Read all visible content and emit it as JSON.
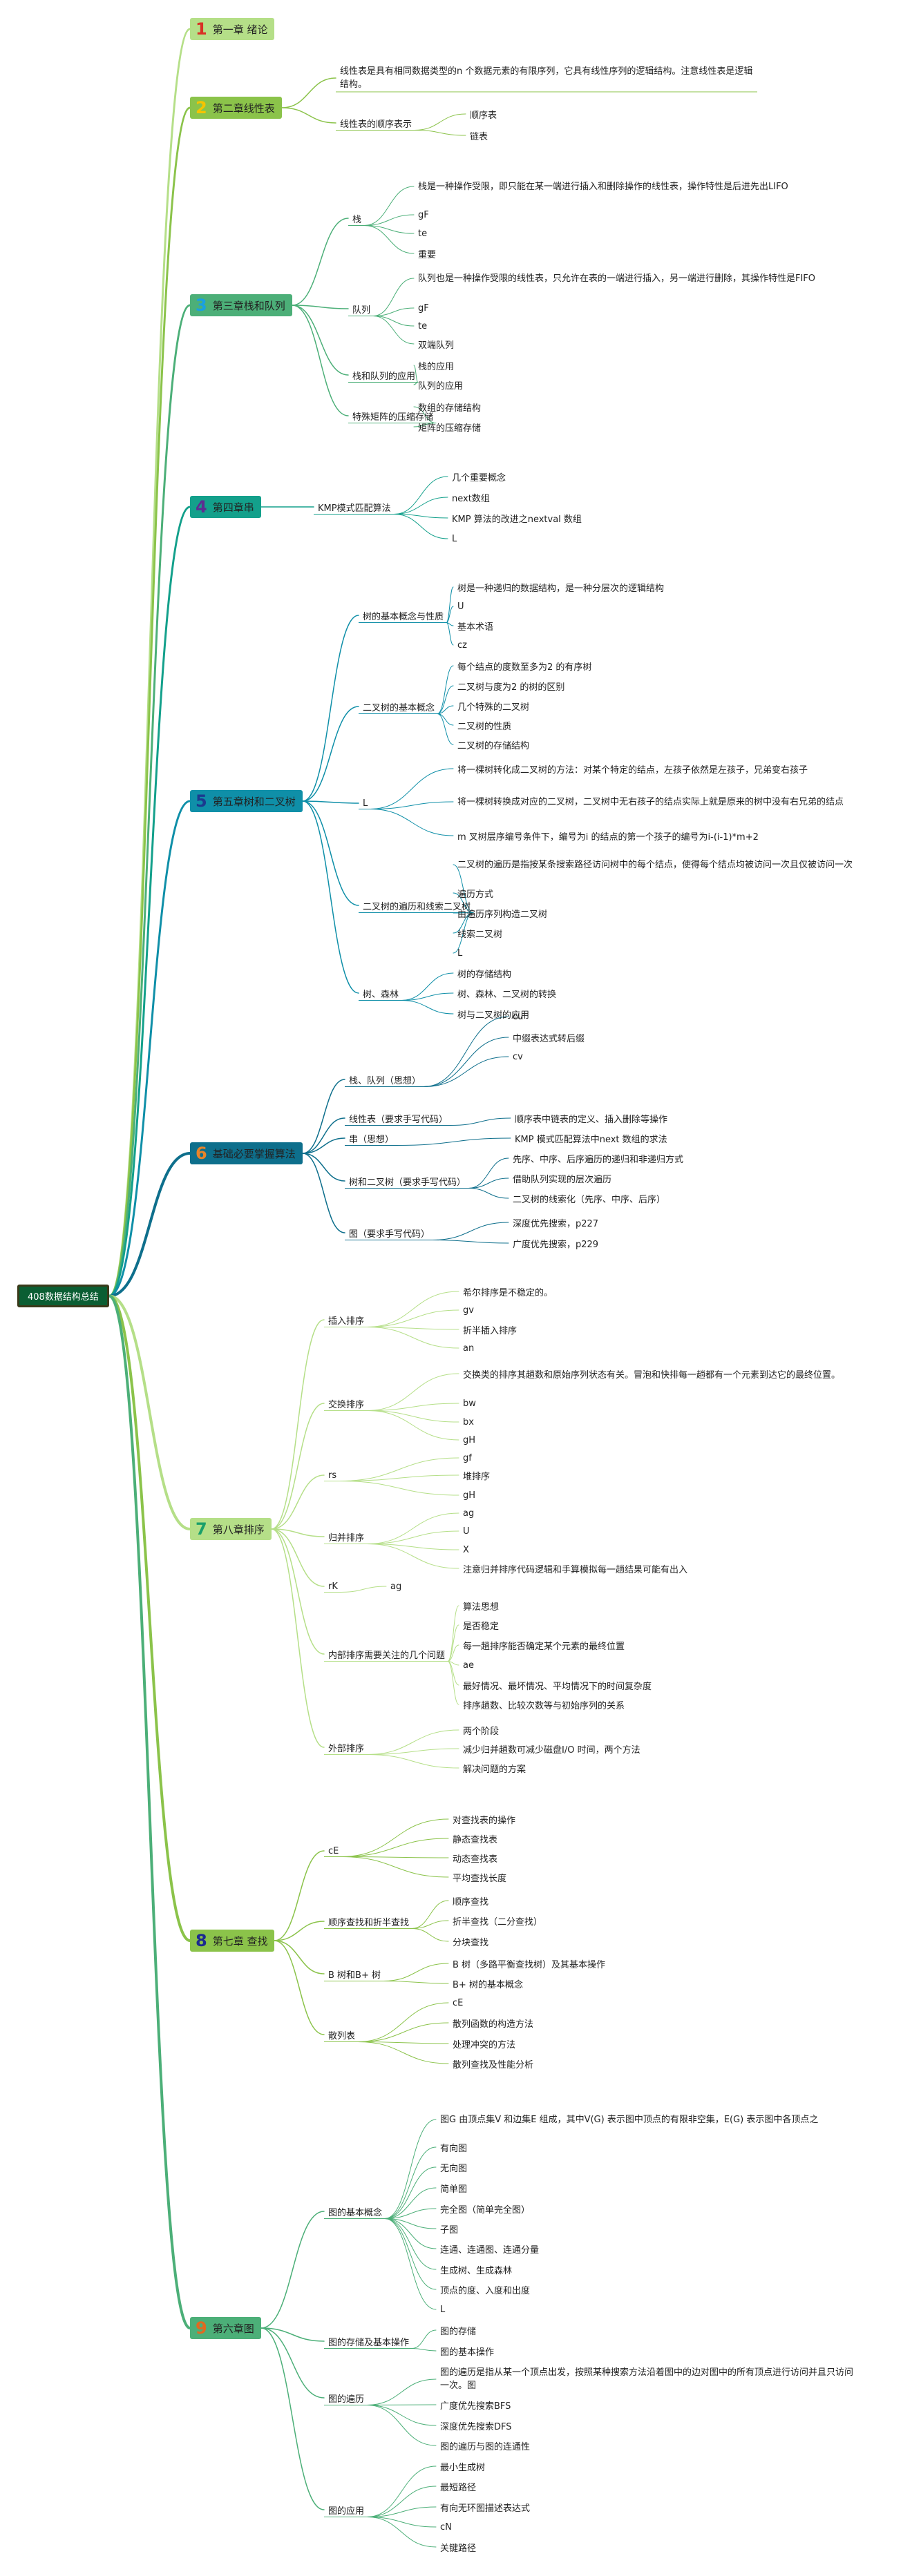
{
  "root": "408数据结构总结",
  "chapters": [
    {
      "num": "1",
      "title": "第一章 绪论",
      "bg": "#b5df88",
      "num_color": "#d93025",
      "line": "#b5df88",
      "children": []
    },
    {
      "num": "2",
      "title": "第二章线性表",
      "bg": "#8bc34a",
      "num_color": "#f5c400",
      "line": "#8bc34a",
      "children": [
        {
          "text": "线性表是具有相同数据类型的n 个数据元素的有限序列，它具有线性序列的逻辑结构。注意线性表是逻辑结构。",
          "children": []
        },
        {
          "text": "线性表的顺序表示",
          "children": [
            {
              "text": "顺序表"
            },
            {
              "text": "链表"
            }
          ]
        }
      ]
    },
    {
      "num": "3",
      "title": "第三章栈和队列",
      "bg": "#4caf78",
      "num_color": "#1aa0e0",
      "line": "#4caf78",
      "children": [
        {
          "text": "栈",
          "children": [
            {
              "text": "栈是一种操作受限，即只能在某一端进行插入和删除操作的线性表，操作特性是后进先出LIFO"
            },
            {
              "text": "gF"
            },
            {
              "text": "te"
            },
            {
              "text": "重要"
            }
          ]
        },
        {
          "text": "队列",
          "children": [
            {
              "text": "队列也是一种操作受限的线性表，只允许在表的一端进行插入，另一端进行删除，其操作特性是FIFO"
            },
            {
              "text": "gF"
            },
            {
              "text": "te"
            },
            {
              "text": "双端队列"
            }
          ]
        },
        {
          "text": "栈和队列的应用",
          "children": [
            {
              "text": "栈的应用"
            },
            {
              "text": "队列的应用"
            }
          ]
        },
        {
          "text": "特殊矩阵的压缩存储",
          "children": [
            {
              "text": "数组的存储结构"
            },
            {
              "text": "矩阵的压缩存储"
            }
          ]
        }
      ]
    },
    {
      "num": "4",
      "title": "第四章串",
      "bg": "#13a08b",
      "num_color": "#5e2d91",
      "line": "#13a08b",
      "children": [
        {
          "text": "KMP模式匹配算法",
          "children": [
            {
              "text": "几个重要概念"
            },
            {
              "text": "next数组"
            },
            {
              "text": "KMP 算法的改进之nextval 数组"
            },
            {
              "text": "L"
            }
          ]
        }
      ]
    },
    {
      "num": "5",
      "title": "第五章树和二叉树",
      "bg": "#0f8fa8",
      "num_color": "#1b3a8f",
      "line": "#0f8fa8",
      "children": [
        {
          "text": "树的基本概念与性质",
          "children": [
            {
              "text": "树是一种递归的数据结构，是一种分层次的逻辑结构"
            },
            {
              "text": "U"
            },
            {
              "text": "基本术语"
            },
            {
              "text": "cz"
            }
          ]
        },
        {
          "text": "二叉树的基本概念",
          "children": [
            {
              "text": "每个结点的度数至多为2 的有序树"
            },
            {
              "text": "二叉树与度为2 的树的区别"
            },
            {
              "text": "几个特殊的二叉树"
            },
            {
              "text": "二叉树的性质"
            },
            {
              "text": "二叉树的存储结构"
            }
          ]
        },
        {
          "text": "L",
          "children": [
            {
              "text": "将一棵树转化成二叉树的方法：对某个特定的结点，左孩子依然是左孩子，兄弟变右孩子"
            },
            {
              "text": "将一棵树转换成对应的二叉树，二叉树中无右孩子的结点实际上就是原来的树中没有右兄弟的结点"
            },
            {
              "text": "m 叉树层序编号条件下，编号为i 的结点的第一个孩子的编号为i-(i-1)*m+2"
            }
          ]
        },
        {
          "text": "二叉树的遍历和线索二叉树",
          "children": [
            {
              "text": "二叉树的遍历是指按某条搜索路径访问树中的每个结点，使得每个结点均被访问一次且仅被访问一次"
            },
            {
              "text": "遍历方式"
            },
            {
              "text": "由遍历序列构造二叉树"
            },
            {
              "text": "线索二叉树"
            },
            {
              "text": "L"
            }
          ]
        },
        {
          "text": "树、森林",
          "children": [
            {
              "text": "树的存储结构"
            },
            {
              "text": "树、森林、二叉树的转换"
            },
            {
              "text": "树与二叉树的应用"
            }
          ]
        }
      ]
    },
    {
      "num": "6",
      "title": "基础必要掌握算法",
      "bg": "#0e6f8c",
      "num_color": "#e8842a",
      "line": "#0e6f8c",
      "children": [
        {
          "text": "栈、队列（思想）",
          "children": [
            {
              "text": "cu"
            },
            {
              "text": "中缀表达式转后缀"
            },
            {
              "text": "cv"
            }
          ]
        },
        {
          "text": "线性表（要求手写代码）",
          "children": [
            {
              "text": "顺序表中链表的定义、插入删除等操作"
            }
          ]
        },
        {
          "text": "串（思想）",
          "children": [
            {
              "text": "KMP 模式匹配算法中next 数组的求法"
            }
          ]
        },
        {
          "text": "树和二叉树（要求手写代码）",
          "children": [
            {
              "text": "先序、中序、后序遍历的递归和非递归方式"
            },
            {
              "text": "借助队列实现的层次遍历"
            },
            {
              "text": "二叉树的线索化（先序、中序、后序）"
            }
          ]
        },
        {
          "text": "图（要求手写代码）",
          "children": [
            {
              "text": "深度优先搜索，p227"
            },
            {
              "text": "广度优先搜索，p229"
            }
          ]
        }
      ]
    },
    {
      "num": "7",
      "title": "第八章排序",
      "bg": "#b5df88",
      "num_color": "#1aa06a",
      "line": "#b5df88",
      "children": [
        {
          "text": "插入排序",
          "children": [
            {
              "text": "希尔排序是不稳定的。"
            },
            {
              "text": "gv"
            },
            {
              "text": "折半插入排序"
            },
            {
              "text": "an"
            }
          ]
        },
        {
          "text": "交换排序",
          "children": [
            {
              "text": "交换类的排序其趟数和原始序列状态有关。冒泡和快排每一趟都有一个元素到达它的最终位置。"
            },
            {
              "text": "bw"
            },
            {
              "text": "bx"
            },
            {
              "text": "gH"
            }
          ]
        },
        {
          "text": "rs",
          "children": [
            {
              "text": "gf"
            },
            {
              "text": "堆排序"
            },
            {
              "text": "gH"
            }
          ]
        },
        {
          "text": "归并排序",
          "children": [
            {
              "text": "ag"
            },
            {
              "text": "U"
            },
            {
              "text": "X"
            },
            {
              "text": "注意归并排序代码逻辑和手算模拟每一趟结果可能有出入"
            }
          ]
        },
        {
          "text": "rK",
          "children": [
            {
              "text": "ag"
            }
          ]
        },
        {
          "text": "内部排序需要关注的几个问题",
          "children": [
            {
              "text": "算法思想"
            },
            {
              "text": "是否稳定"
            },
            {
              "text": "每一趟排序能否确定某个元素的最终位置"
            },
            {
              "text": "ae"
            },
            {
              "text": "最好情况、最坏情况、平均情况下的时间复杂度"
            },
            {
              "text": "排序趟数、比较次数等与初始序列的关系"
            }
          ]
        },
        {
          "text": "外部排序",
          "children": [
            {
              "text": "两个阶段"
            },
            {
              "text": "减少归并趟数可减少磁盘I/O 时间，两个方法"
            },
            {
              "text": "解决问题的方案"
            }
          ]
        }
      ]
    },
    {
      "num": "8",
      "title": "第七章 查找",
      "bg": "#8bc34a",
      "num_color": "#1b2a8f",
      "line": "#8bc34a",
      "children": [
        {
          "text": "cE",
          "children": [
            {
              "text": "对查找表的操作"
            },
            {
              "text": "静态查找表"
            },
            {
              "text": "动态查找表"
            },
            {
              "text": "平均查找长度"
            }
          ]
        },
        {
          "text": "顺序查找和折半查找",
          "children": [
            {
              "text": "顺序查找"
            },
            {
              "text": "折半查找（二分查找）"
            },
            {
              "text": "分块查找"
            }
          ]
        },
        {
          "text": "B 树和B+ 树",
          "children": [
            {
              "text": "B 树（多路平衡查找树）及其基本操作"
            },
            {
              "text": "B+ 树的基本概念"
            }
          ]
        },
        {
          "text": "散列表",
          "children": [
            {
              "text": "cE"
            },
            {
              "text": "散列函数的构造方法"
            },
            {
              "text": "处理冲突的方法"
            },
            {
              "text": "散列查找及性能分析"
            }
          ]
        }
      ]
    },
    {
      "num": "9",
      "title": "第六章图",
      "bg": "#4caf78",
      "num_color": "#e06a20",
      "line": "#4caf78",
      "children": [
        {
          "text": "图的基本概念",
          "children": [
            {
              "text": "图G 由顶点集V 和边集E 组成，其中V(G) 表示图中顶点的有限非空集，E(G) 表示图中各顶点之"
            },
            {
              "text": "有向图"
            },
            {
              "text": "无向图"
            },
            {
              "text": "简单图"
            },
            {
              "text": "完全图（简单完全图）"
            },
            {
              "text": "子图"
            },
            {
              "text": "连通、连通图、连通分量"
            },
            {
              "text": "生成树、生成森林"
            },
            {
              "text": "顶点的度、入度和出度"
            },
            {
              "text": "L"
            }
          ]
        },
        {
          "text": "图的存储及基本操作",
          "children": [
            {
              "text": "图的存储"
            },
            {
              "text": "图的基本操作"
            }
          ]
        },
        {
          "text": "图的遍历",
          "children": [
            {
              "text": "图的遍历是指从某一个顶点出发，按照某种搜索方法沿着图中的边对图中的所有顶点进行访问并且只访问一次。图"
            },
            {
              "text": "广度优先搜索BFS"
            },
            {
              "text": "深度优先搜索DFS"
            },
            {
              "text": "图的遍历与图的连通性"
            }
          ]
        },
        {
          "text": "图的应用",
          "children": [
            {
              "text": "最小生成树"
            },
            {
              "text": "最短路径"
            },
            {
              "text": "有向无环图描述表达式"
            },
            {
              "text": "cN"
            },
            {
              "text": "关键路径"
            }
          ]
        }
      ]
    }
  ]
}
